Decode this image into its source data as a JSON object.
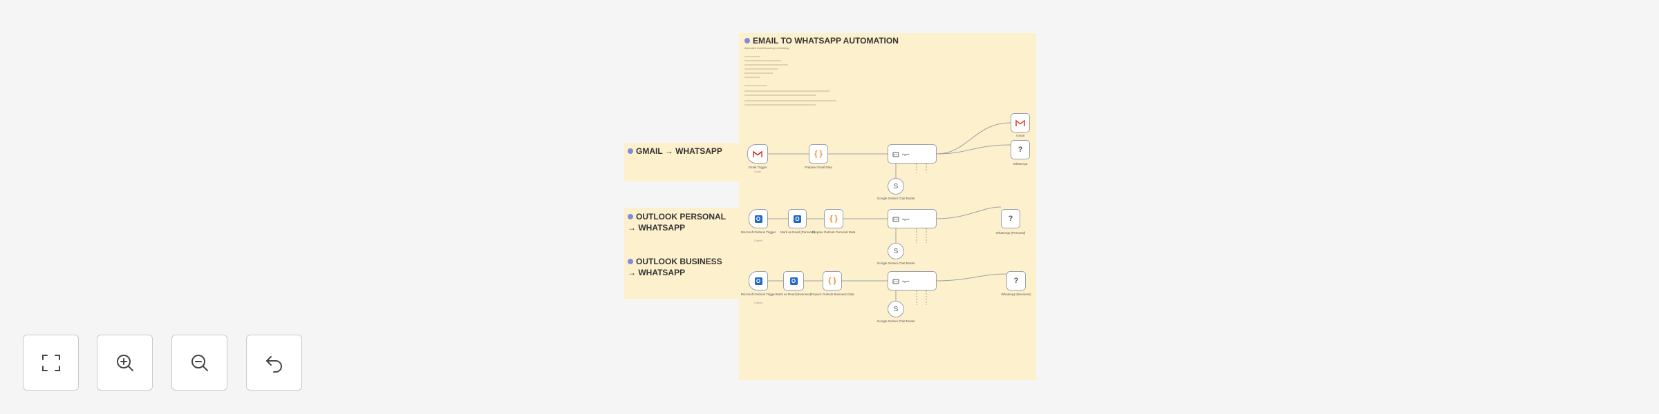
{
  "main_note": {
    "title": "EMAIL TO WHATSAPP AUTOMATION",
    "subtitle": "Automated email forwarding to WhatsApp"
  },
  "workflows": [
    {
      "title": "GMAIL → WHATSAPP",
      "subtitle": "Gmail → WhatsApp",
      "trigger_label": "Gmail Trigger",
      "trigger_sub": "Gmail",
      "set_label": "Prepare Gmail Data",
      "agent_label": "Agent",
      "model_label": "Google Gemini Chat Model",
      "upper_label": "Gmail",
      "question_label": "WhatsApp"
    },
    {
      "title": "OUTLOOK PERSONAL → WHATSAPP",
      "subtitle": "Outlook Personal → WhatsApp",
      "trigger_label": "Microsoft Outlook Trigger",
      "trigger_sub": "Outlook",
      "mark_label": "Mark as Read (Personal)",
      "set_label": "Prepare Outlook Personal Data",
      "agent_label": "Agent",
      "model_label": "Google Gemini Chat Model",
      "question_label": "WhatsApp (Personal)"
    },
    {
      "title": "OUTLOOK BUSINESS → WHATSAPP",
      "subtitle": "Outlook Business → WhatsApp",
      "trigger_label": "Microsoft Outlook Trigger",
      "trigger_sub": "Outlook",
      "mark_label": "Mark as Read (Business)",
      "set_label": "Prepare Outlook Business Data",
      "agent_label": "Agent",
      "model_label": "Google Gemini Chat Model",
      "question_label": "WhatsApp (Business)"
    }
  ],
  "controls": [
    {
      "name": "fit-view-button",
      "icon": "fit-view-icon"
    },
    {
      "name": "zoom-in-button",
      "icon": "zoom-in-icon"
    },
    {
      "name": "zoom-out-button",
      "icon": "zoom-out-icon"
    },
    {
      "name": "undo-button",
      "icon": "undo-icon"
    }
  ],
  "colors": {
    "canvas": "#f5f5f5",
    "sticky_note": "#fdf0cd",
    "note_dot": "#7f8cd9",
    "node_border": "#9aa0a6",
    "outlook_blue": "#1e68c4",
    "gmail_red": "#ea4335",
    "set_orange": "#e98a2a"
  }
}
